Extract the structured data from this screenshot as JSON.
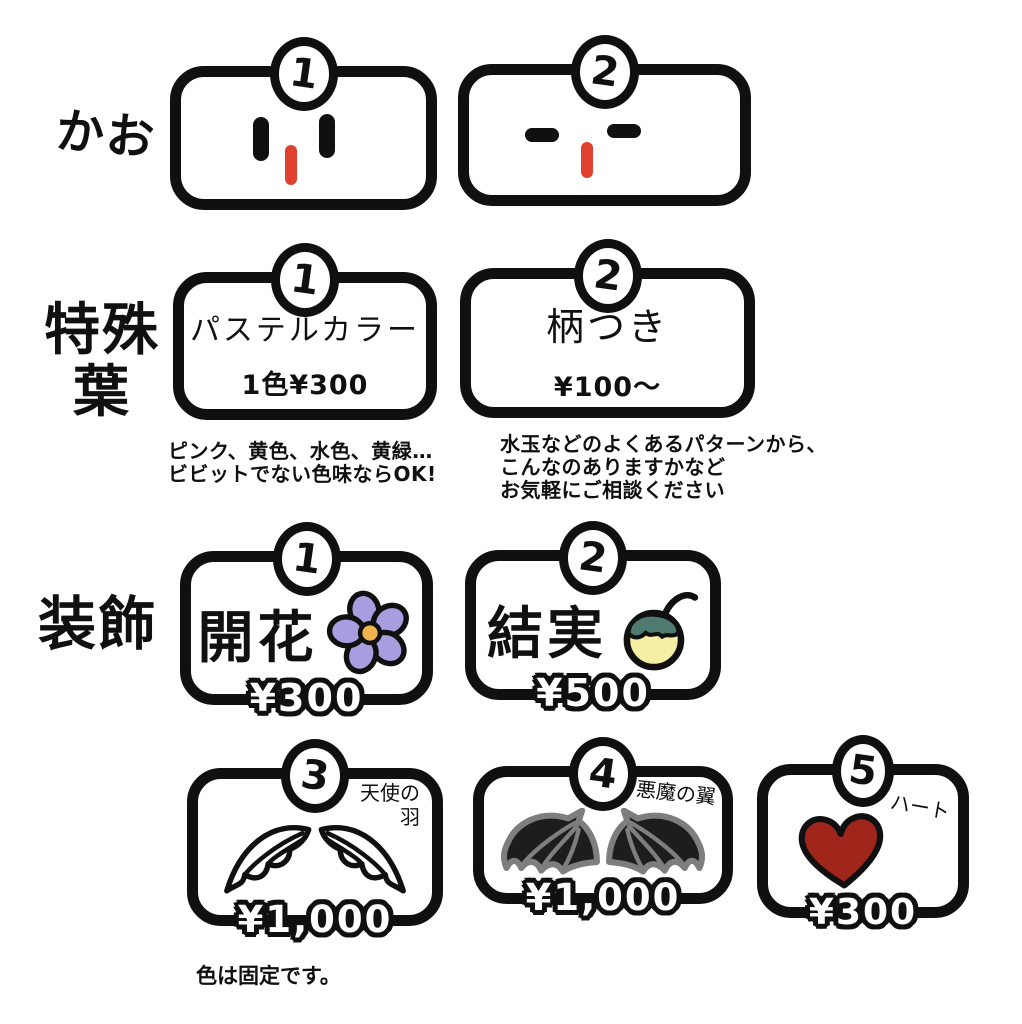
{
  "sections": {
    "face": {
      "label": "かお",
      "options": [
        {
          "number": "1",
          "style": "dot-eyes-red-beak"
        },
        {
          "number": "2",
          "style": "closed-eyes-red-beak"
        }
      ]
    },
    "special_leaf": {
      "label": "特殊葉",
      "label_lines": [
        "特殊",
        "葉"
      ],
      "options": [
        {
          "number": "1",
          "title": "パステルカラー",
          "price": "1色¥300"
        },
        {
          "number": "2",
          "title": "柄つき",
          "price": "¥100〜"
        }
      ],
      "note_left": [
        "ピンク、黄色、水色、黄緑…",
        "ビビットでない色味ならOK!"
      ],
      "note_right": [
        "水玉などのよくあるパターンから、",
        "こんなのありますかなど",
        "お気軽にご相談ください"
      ]
    },
    "decoration": {
      "label": "装飾",
      "options": [
        {
          "number": "1",
          "title": "開花",
          "price": "¥300",
          "icon": "flower-icon"
        },
        {
          "number": "2",
          "title": "結実",
          "price": "¥500",
          "icon": "fruit-icon"
        },
        {
          "number": "3",
          "title": "天使の羽",
          "title_lines": [
            "天使の",
            "羽"
          ],
          "price": "¥1,000",
          "icon": "angel-wings-icon"
        },
        {
          "number": "4",
          "title": "悪魔の翼",
          "price": "¥1,000",
          "icon": "devil-wings-icon"
        },
        {
          "number": "5",
          "title": "ハート",
          "price": "¥300",
          "icon": "heart-icon"
        }
      ]
    },
    "footer_note": "色は固定です。"
  },
  "colors": {
    "ink": "#101010",
    "face_red": "#e0402e",
    "flower_petal": "#a89ddf",
    "flower_center": "#f1b44e",
    "fruit_body": "#f4efa3",
    "fruit_cap": "#4e7a6f",
    "bat_outline": "#7e7e7e",
    "bat_membrane": "#1d1d1d",
    "heart_red": "#a0251a"
  }
}
